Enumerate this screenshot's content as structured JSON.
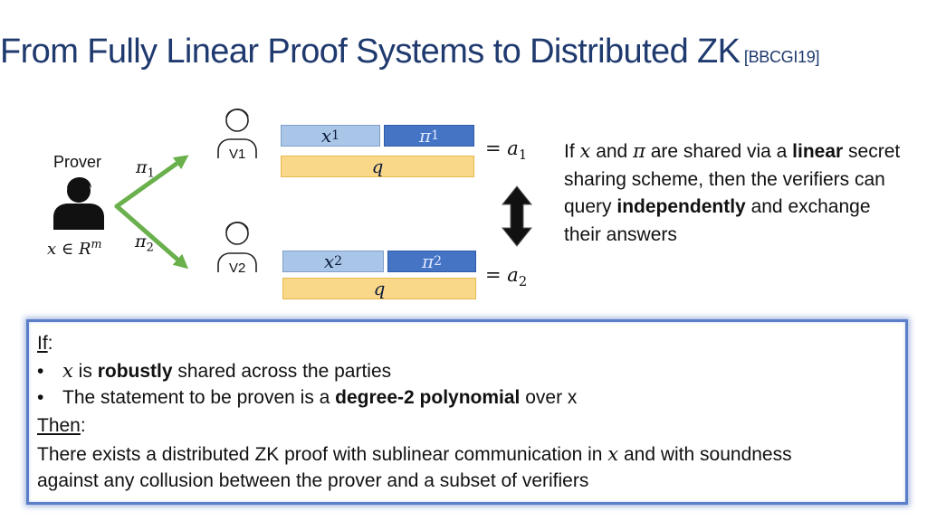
{
  "slide": {
    "title": "From Fully Linear Proof Systems to Distributed ZK",
    "citation": "[BBCGI19]"
  },
  "diagram": {
    "prover_label": "Prover",
    "prover_input": {
      "var": "x",
      "rel": " ∈ ",
      "set": "R",
      "exp": "m"
    },
    "pi1": {
      "base": "π",
      "sub": "1"
    },
    "pi2": {
      "base": "π",
      "sub": "2"
    },
    "verifier1_label": "V1",
    "verifier2_label": "V2",
    "row1": {
      "x_share": {
        "base": "x",
        "sub": "1"
      },
      "pi_share": {
        "base": "π",
        "sub": "1"
      },
      "query": "q",
      "answer": {
        "eq": "= ",
        "base": "a",
        "sub": "1"
      }
    },
    "row2": {
      "x_share": {
        "base": "x",
        "sub": "2"
      },
      "pi_share": {
        "base": "π",
        "sub": "2"
      },
      "query": "q",
      "answer": {
        "eq": "= ",
        "base": "a",
        "sub": "2"
      }
    },
    "colors": {
      "arrow_green": "#6ab04c",
      "x_share_fill": "#a9c6e8",
      "pi_share_fill": "#4574c4",
      "query_fill": "#fad88a",
      "title_blue": "#1f3a6e",
      "box_border": "#5b7ec9"
    }
  },
  "side_note": {
    "t1": "If ",
    "x": "x",
    "t2": " and ",
    "pi": "π",
    "t3": " are shared via a ",
    "b1": "linear",
    "t4": " secret sharing scheme, then the verifiers can query ",
    "b2": "independently",
    "t5": " and exchange their answers"
  },
  "theorem": {
    "if_label": "If",
    "if_colon": ":",
    "bullet_char": "•",
    "cond1": {
      "x": "x",
      "t1": " is ",
      "b": "robustly",
      "t2": " shared across the parties"
    },
    "cond2": {
      "t1": "The statement to be proven is a ",
      "b": "degree-2 polynomial",
      "t2": " over x"
    },
    "then_label": "Then",
    "then_colon": ":",
    "conclusion": {
      "t1": "There exists a distributed ZK proof with sublinear communication in ",
      "x": "x",
      "t2": " and with soundness",
      "line2": "against any collusion between the prover and a subset of verifiers"
    }
  }
}
